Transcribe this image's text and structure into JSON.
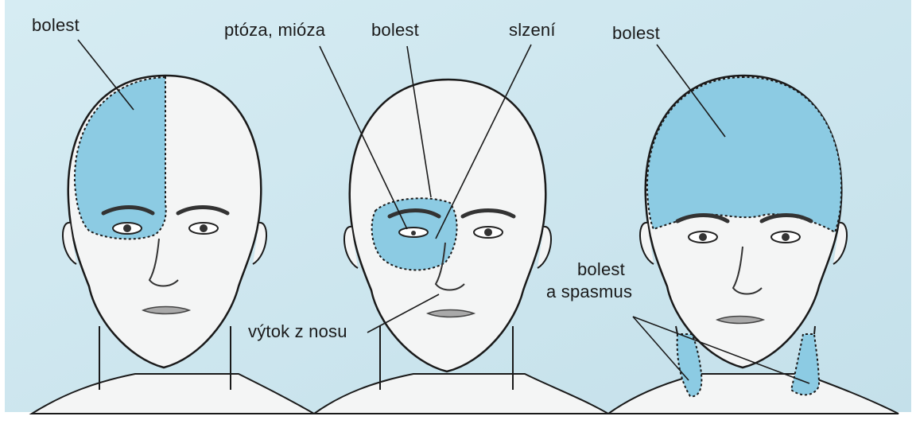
{
  "figure": {
    "colors": {
      "background": "#cfe6ee",
      "skin": "#f4f5f5",
      "pain_region": "#8ccbe3",
      "outline": "#1a1a1a"
    },
    "panels": [
      {
        "id": "panel-1",
        "labels": {
          "pain": "bolest"
        }
      },
      {
        "id": "panel-2",
        "labels": {
          "ptosis": "ptóza, mióza",
          "pain": "bolest",
          "tearing": "slzení",
          "nasal_discharge": "výtok z nosu"
        }
      },
      {
        "id": "panel-3",
        "labels": {
          "pain": "bolest",
          "pain_spasm_line1": "bolest",
          "pain_spasm_line2": "a spasmus"
        }
      }
    ]
  }
}
